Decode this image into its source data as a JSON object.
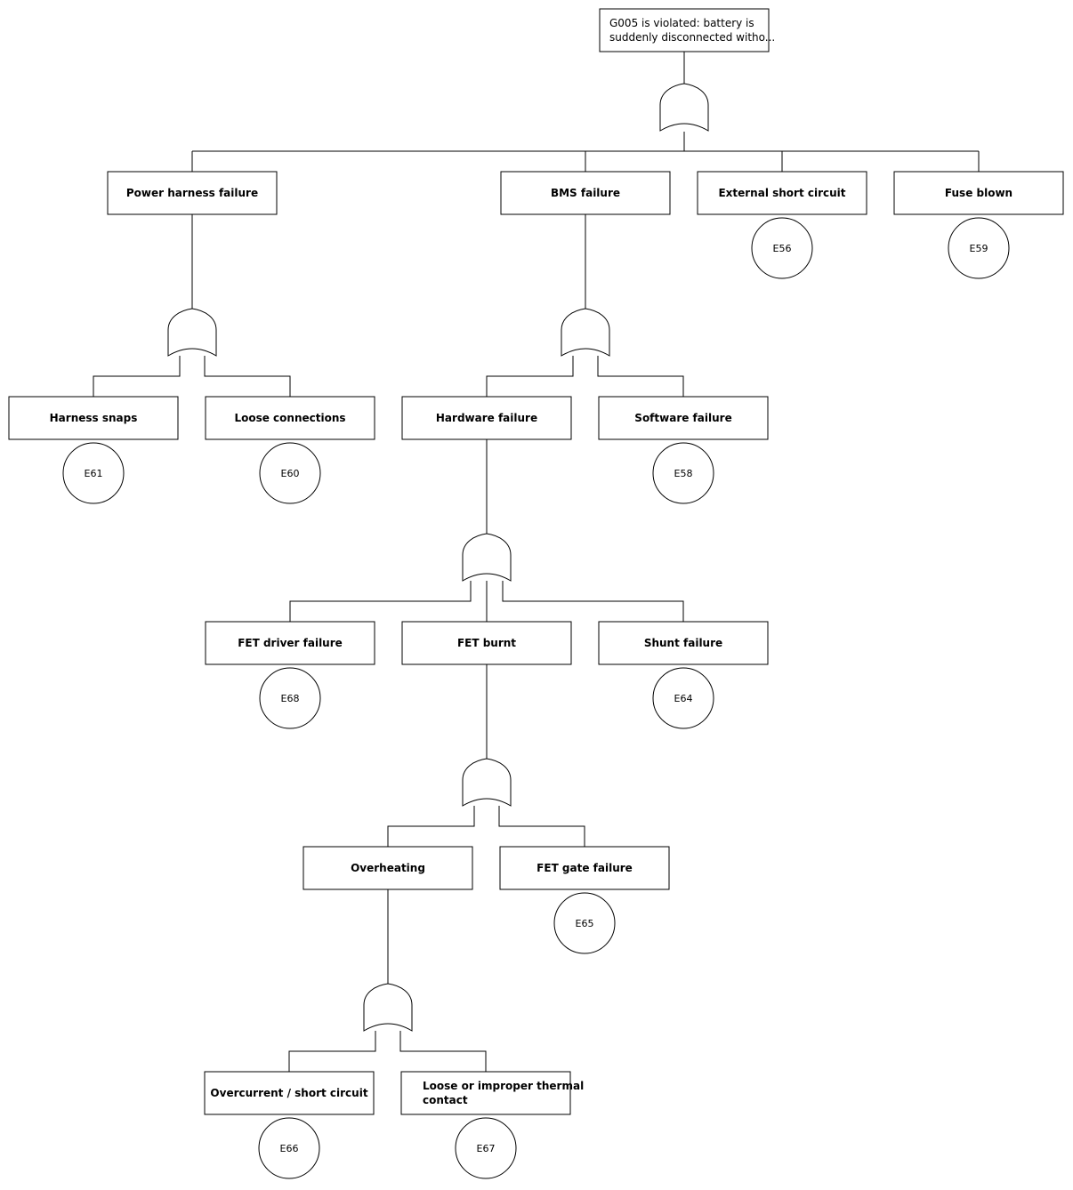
{
  "diagram": {
    "top_event": {
      "line1": "G005 is violated: battery is",
      "line2": "suddenly disconnected witho..."
    },
    "nodes": {
      "power_harness_failure": "Power harness failure",
      "bms_failure": "BMS failure",
      "external_short_circuit": "External short circuit",
      "fuse_blown": "Fuse blown",
      "harness_snaps": "Harness snaps",
      "loose_connections": "Loose connections",
      "hardware_failure": "Hardware failure",
      "software_failure": "Software failure",
      "fet_driver_failure": "FET driver failure",
      "fet_burnt": "FET burnt",
      "shunt_failure": "Shunt failure",
      "overheating": "Overheating",
      "fet_gate_failure": "FET gate failure",
      "overcurrent_short_circuit": "Overcurrent / short circuit",
      "loose_thermal_contact_line1": "Loose or improper thermal",
      "loose_thermal_contact_line2": "contact"
    },
    "events": {
      "e56": "E56",
      "e59": "E59",
      "e61": "E61",
      "e60": "E60",
      "e58": "E58",
      "e68": "E68",
      "e64": "E64",
      "e65": "E65",
      "e66": "E66",
      "e67": "E67"
    }
  }
}
